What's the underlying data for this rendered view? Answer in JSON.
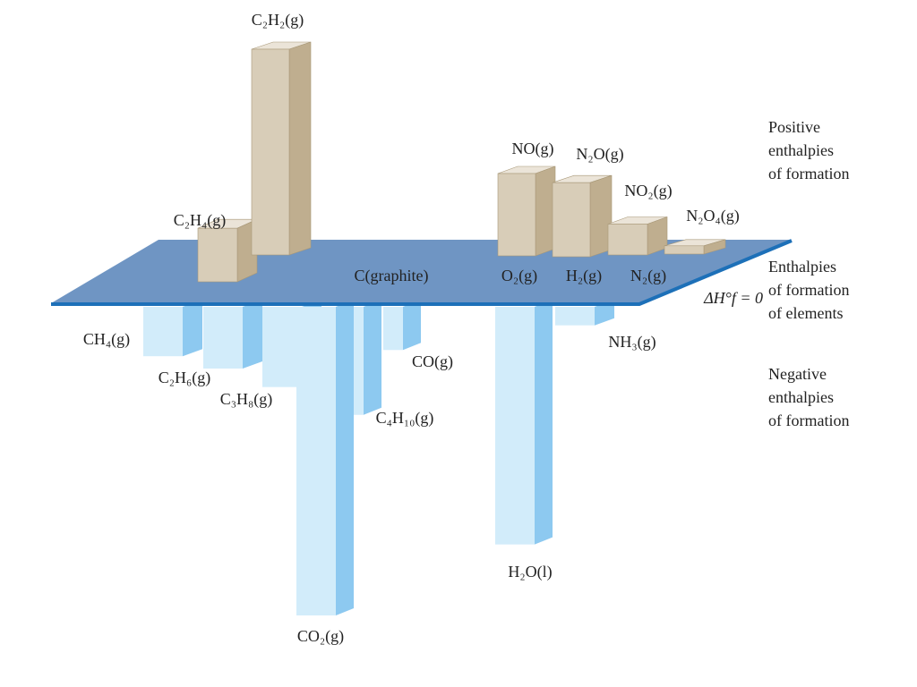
{
  "chart_data": {
    "type": "bar",
    "title": "",
    "xlabel": "",
    "ylabel": "",
    "colors": {
      "positive_front": "#d8cdb8",
      "positive_side": "#bfae8f",
      "positive_top": "#ebe4d8",
      "negative_front": "#d2ecfa",
      "negative_side": "#8dc9f0",
      "negative_top": "#b9e0f7",
      "plane": "#6f95c3",
      "plane_edge": "#1d70b8"
    },
    "bars": [
      {
        "id": "c2h4",
        "label": "C2H4(g)",
        "text": "C₂H₄(g)",
        "value": 0.26,
        "sign": "positive"
      },
      {
        "id": "c2h2",
        "label": "C2H2(g)",
        "text": "C₂H₂(g)",
        "value": 1.0,
        "sign": "positive"
      },
      {
        "id": "no",
        "label": "NO(g)",
        "text": "NO(g)",
        "value": 0.4,
        "sign": "positive"
      },
      {
        "id": "n2o",
        "label": "N2O(g)",
        "text": "N₂O(g)",
        "value": 0.36,
        "sign": "positive"
      },
      {
        "id": "no2",
        "label": "NO2(g)",
        "text": "NO₂(g)",
        "value": 0.15,
        "sign": "positive"
      },
      {
        "id": "n2o4",
        "label": "N2O4(g)",
        "text": "N₂O₄(g)",
        "value": 0.04,
        "sign": "positive"
      },
      {
        "id": "ch4",
        "label": "CH4(g)",
        "text": "CH₄(g)",
        "value": 0.16,
        "sign": "negative"
      },
      {
        "id": "c2h6",
        "label": "C2H6(g)",
        "text": "C₂H₆(g)",
        "value": 0.2,
        "sign": "negative"
      },
      {
        "id": "c3h8",
        "label": "C3H8(g)",
        "text": "C₃H₈(g)",
        "value": 0.26,
        "sign": "negative"
      },
      {
        "id": "c4h10",
        "label": "C4H10(g)",
        "text": "C₄H₁₀(g)",
        "value": 0.35,
        "sign": "negative"
      },
      {
        "id": "co",
        "label": "CO(g)",
        "text": "CO(g)",
        "value": 0.14,
        "sign": "negative"
      },
      {
        "id": "co2",
        "label": "CO2(g)",
        "text": "CO₂(g)",
        "value": 1.0,
        "sign": "negative"
      },
      {
        "id": "h2o",
        "label": "H2O(l)",
        "text": "H₂O(l)",
        "value": 0.77,
        "sign": "negative"
      },
      {
        "id": "nh3",
        "label": "NH3(g)",
        "text": "NH₃(g)",
        "value": 0.06,
        "sign": "negative"
      }
    ],
    "elements": [
      {
        "id": "graphite",
        "text": "C(graphite)"
      },
      {
        "id": "o2",
        "text": "O₂(g)"
      },
      {
        "id": "h2",
        "text": "H₂(g)"
      },
      {
        "id": "n2",
        "text": "N₂(g)"
      }
    ],
    "side_labels": {
      "positive": [
        "Positive",
        "enthalpies",
        "of formation"
      ],
      "elements": [
        "Enthalpies",
        "of formation",
        "of elements"
      ],
      "negative": [
        "Negative",
        "enthalpies",
        "of formation"
      ],
      "zero_label": "ΔH°f = 0"
    }
  }
}
